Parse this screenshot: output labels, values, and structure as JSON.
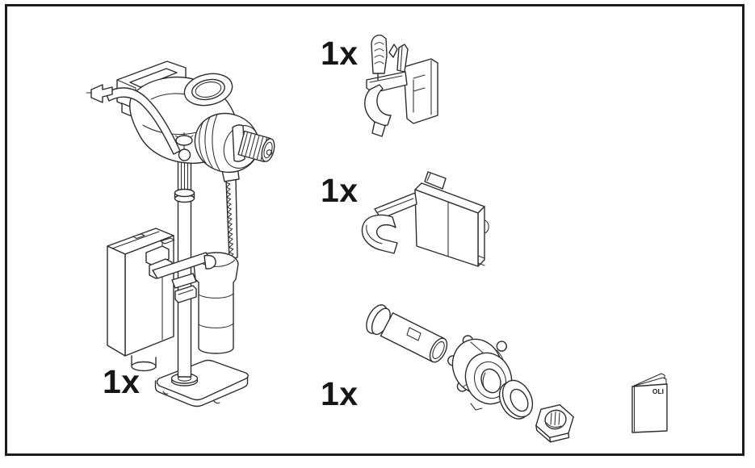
{
  "figure": {
    "background": "#ffffff",
    "frame_color": "#1c1c1c",
    "line_color": "#2d2d2d"
  },
  "parts": [
    {
      "id": "fill-valve-assembly",
      "quantity_label": "1x"
    },
    {
      "id": "upper-fixing-clip",
      "quantity_label": "1x"
    },
    {
      "id": "lower-fixing-bracket",
      "quantity_label": "1x"
    },
    {
      "id": "inlet-connector-set",
      "quantity_label": "1x"
    }
  ],
  "booklet": {
    "cover_label": "OLI"
  }
}
